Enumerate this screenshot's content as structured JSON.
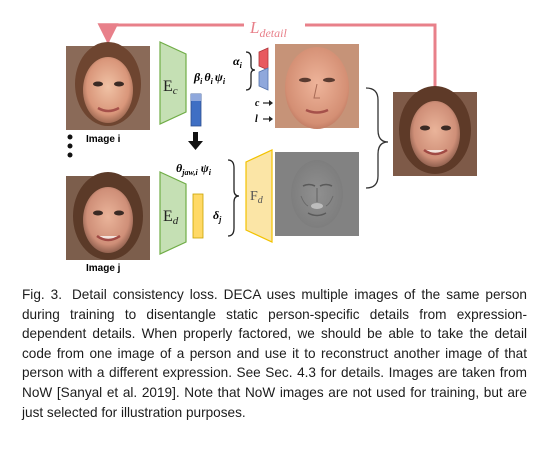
{
  "figure": {
    "loss_label": "L",
    "loss_subscript": "detail",
    "image_i_label": "Image i",
    "image_j_label": "Image j",
    "encoder_coarse": "E",
    "encoder_coarse_sub": "c",
    "encoder_detail": "E",
    "encoder_detail_sub": "d",
    "decoder": "F",
    "decoder_sub": "d",
    "alpha_label": "α",
    "alpha_sub": "i",
    "beta_theta_psi_label": "β",
    "beta_sub": "i",
    "theta_label": "θ",
    "theta_sub": "i",
    "psi_label": "ψ",
    "psi_sub": "i",
    "c_label": "c",
    "l_label": "l",
    "theta_jaw_label": "θ",
    "theta_jaw_sub": "jaw,i",
    "psi2_label": "ψ",
    "psi2_sub": "i",
    "delta_label": "δ",
    "delta_sub": "j",
    "colors": {
      "encoder_fill": "#c5e0b4",
      "encoder_stroke": "#70ad47",
      "decoder_fill": "#fbe5a6",
      "decoder_stroke": "#f2c200",
      "loss_arrow": "#e8808a",
      "alpha_box": "#e8595f",
      "beta_box": "#8fa8dc",
      "code_box": "#3f6fc4",
      "detail_box": "#ffd966"
    }
  },
  "caption": {
    "lead": "Fig. 3.",
    "text": "Detail consistency loss. DECA uses multiple images of the same person during training to disentangle static person-specific details from expression-dependent details. When properly factored, we should be able to take the detail code from one image of a person and use it to reconstruct another image of that person with a different expression. See Sec. 4.3 for details. Images are taken from NoW [Sanyal et al. 2019]. Note that NoW images are not used for training, but are just selected for illustration purposes."
  }
}
